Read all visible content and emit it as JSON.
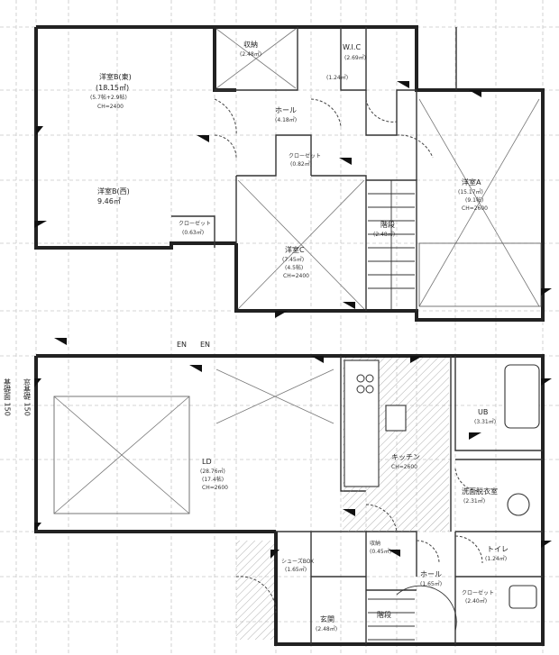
{
  "floor2": {
    "rooms": {
      "bed_main": {
        "name": "洋室B(東)",
        "area": "(18.15㎡)",
        "detail": "(5.7帖+2.9帖)",
        "ch": "CH=2400"
      },
      "bed_west": {
        "name": "洋室B(西)",
        "area": "9.46㎡"
      },
      "closet_top": {
        "name": "収納",
        "area": "(2.48㎡)"
      },
      "wic": {
        "name": "W.I.C",
        "area": "(2.69㎡)"
      },
      "hall2": {
        "name": "ホール",
        "area": "(4.18㎡)"
      },
      "closet_small": {
        "name": "クローゼット",
        "area": "(0.82㎡)"
      },
      "closet_left": {
        "name": "クローゼット",
        "area": "(0.63㎡)"
      },
      "bed_c": {
        "name": "洋室C",
        "area": "(7.45㎡)",
        "detail": "(4.5帖)",
        "ch": "CH=2400"
      },
      "stairs2": {
        "name": "階段",
        "area": "(2.48㎡)"
      },
      "bed_a": {
        "name": "洋室A",
        "area": "(15.17㎡)",
        "detail": "(9.1帖)",
        "ch": "CH=2600"
      },
      "toilet2": {
        "name": "(1.24㎡)"
      }
    }
  },
  "floor1": {
    "rooms": {
      "ldk": {
        "name": "LD",
        "area": "(28.76㎡)",
        "detail": "(17.4帖)",
        "ch": "CH=2600"
      },
      "kitchen": {
        "name": "キッチン",
        "ch": "CH=2600"
      },
      "bath": {
        "name": "UB",
        "area": "(3.31㎡)"
      },
      "washroom": {
        "name": "洗面脱衣室",
        "area": "(2.31㎡)"
      },
      "storage": {
        "name": "収納",
        "area": "(0.45㎡)"
      },
      "toilet": {
        "name": "トイレ",
        "area": "(1.24㎡)"
      },
      "hall": {
        "name": "ホール",
        "area": "(1.65㎡)"
      },
      "entrance": {
        "name": "玄関",
        "area": "(2.48㎡)"
      },
      "shoes": {
        "name": "シューズBOX",
        "area": "(1.65㎡)"
      },
      "stairs": {
        "name": "階段"
      },
      "closet": {
        "name": "クローゼット",
        "area": "(2.40㎡)"
      }
    },
    "marks": {
      "entry_left": "EN",
      "entry_right": "EN",
      "foundation": "基礎面 150",
      "vertical_note": "窓基礎 150"
    }
  }
}
